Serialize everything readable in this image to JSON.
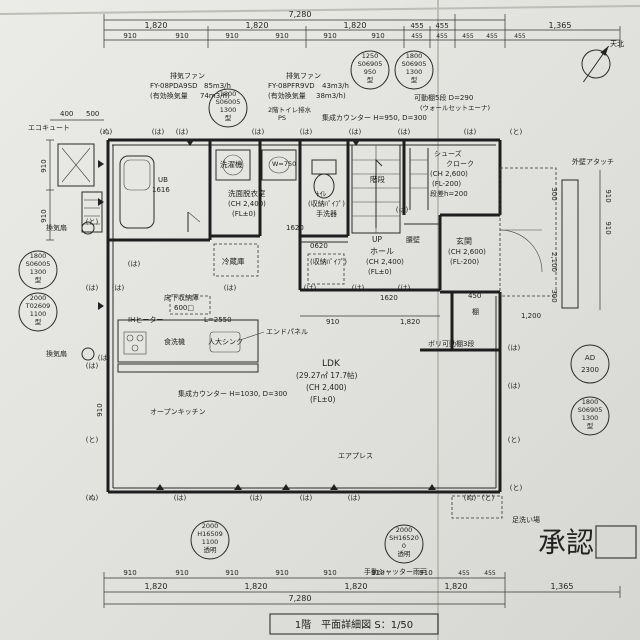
{
  "top_dims": {
    "overall": "7,280",
    "row2": [
      "1,820",
      "1,820",
      "1,820",
      "455",
      "455",
      "1,365"
    ],
    "row3": [
      "910",
      "910",
      "910",
      "910",
      "910",
      "910",
      "455",
      "455",
      "455",
      "455",
      "455"
    ]
  },
  "bottom_dims": {
    "row1": [
      "910",
      "910",
      "910",
      "910",
      "910",
      "910",
      "910",
      "455",
      "455"
    ],
    "row2": [
      "1,820",
      "1,820",
      "1,820",
      "1,820",
      "1,365"
    ],
    "overall": "7,280"
  },
  "left_dims": [
    "910",
    "910",
    "910"
  ],
  "right_dims": [
    "910",
    "910",
    "2,100",
    "300",
    "300"
  ],
  "windows": [
    {
      "lines": [
        "1800",
        "S06005",
        "1300",
        "型"
      ]
    },
    {
      "lines": [
        "1250",
        "S06905",
        "950",
        "型"
      ]
    },
    {
      "lines": [
        "1800",
        "S06905",
        "1300",
        "型"
      ]
    },
    {
      "lines": [
        "1800",
        "S06005",
        "1300",
        "型"
      ]
    },
    {
      "lines": [
        "2000",
        "T02609",
        "1100",
        "型"
      ]
    },
    {
      "lines": [
        "AD",
        "2300"
      ]
    },
    {
      "lines": [
        "1800",
        "S06905",
        "1300",
        "型"
      ]
    },
    {
      "lines": [
        "2000",
        "H16509",
        "1100",
        "透明"
      ]
    },
    {
      "lines": [
        "2000",
        "SH16520",
        "0",
        "透明"
      ]
    }
  ],
  "fans": [
    {
      "title": "排気ファン",
      "model": "FY-08PDA9SD",
      "rate": "85m3/h",
      "note": "(有効換気量",
      "note_rate": "74m3/h)"
    },
    {
      "title": "排気ファン",
      "model": "FY-08PFR9VD",
      "rate": "43m3/h",
      "note": "(有効換気量",
      "note_rate": "38m3/h)"
    }
  ],
  "labels": {
    "ecocute": "エコキュート",
    "vent_fan_1": "換気扇",
    "vent_fan_2": "換気扇",
    "unitbath": "1616",
    "unitbath_code": "UB",
    "laundry": "洗濯機",
    "dressing": "洗面脱衣室",
    "dressing_ch": "(CH 2,400)",
    "dressing_fl": "(FL±0)",
    "fridge": "冷蔵庫",
    "toilet_vent": "2階トイレ排水",
    "toilet_ps": "PS",
    "toilet_w": "W=750",
    "closet": "(収納ﾊﾟｲﾌﾟ)",
    "wc": "ﾄｲﾚ",
    "hand_wash": "手洗器",
    "counter": "集成カウンター H=950, D=300",
    "ceiling_1620": "1620",
    "ceiling_0620": "0620",
    "stair_up": "UP",
    "stairs": "階段",
    "hall": "ホール",
    "hall_ch": "(CH 2,400)",
    "hall_fl": "(FL±0)",
    "shelf_move": "可動棚5段 D=290",
    "shelf_wall": "(ウォールセットエーナ)",
    "shoes": "シューズ",
    "shoes_cl": "クローク",
    "shoes_ch": "(CH 2,600)",
    "shoes_fl": "(FL-200)",
    "step_200": "段差h=200",
    "genkan": "玄関",
    "genkan_ch": "(CH 2,600)",
    "genkan_fl": "(FL-200)",
    "waist": "腰壁",
    "storage_under": "床下収納庫",
    "storage_600": "600□",
    "ih": "IHヒーター",
    "l2550": "L=2550",
    "dishwasher": "食洗機",
    "sink": "人大シンク",
    "endpanel": "エンドパネル",
    "kitchen_counter": "集成カウンター H=1030, D=300",
    "open_kitchen": "オープンキッチン",
    "ldk": "LDK",
    "ldk_area": "(29.27㎡ 17.7帖)",
    "ldk_ch": "(CH 2,400)",
    "ldk_fl": "(FL±0)",
    "aircon": "エアプレス",
    "shelf_3": "ボリ可動棚3段",
    "rack": "棚",
    "tenshin": "天北",
    "outer_rack": "外壁アタッチ",
    "foot_wash": "足洗い場",
    "shutter": "手動シャッター雨戸",
    "approval": "承認",
    "dim_1620": "1620",
    "dim_1200": "1,200",
    "dim_450": "450",
    "dim_400": "400",
    "dim_500": "500",
    "dim_1820": "1,820"
  },
  "title": "1階　平面詳細図 S：1/50"
}
